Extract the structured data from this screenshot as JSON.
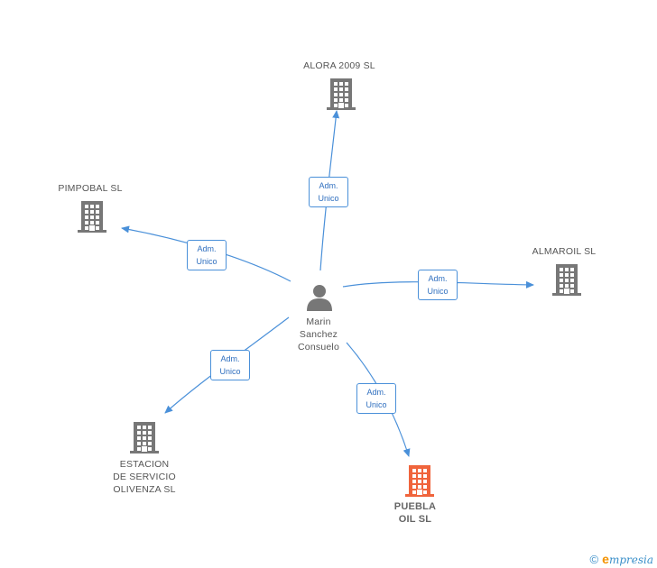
{
  "center": {
    "name": "Marin\nSanchez\nConsuelo",
    "icon": "person-icon"
  },
  "companies": [
    {
      "id": "alora",
      "name": "ALORA 2009 SL",
      "icon": "building-icon",
      "color": "#777777"
    },
    {
      "id": "pimpobal",
      "name": "PIMPOBAL SL",
      "icon": "building-icon",
      "color": "#777777"
    },
    {
      "id": "almaroil",
      "name": "ALMAROIL SL",
      "icon": "building-icon",
      "color": "#777777"
    },
    {
      "id": "estacion",
      "name": "ESTACION\nDE SERVICIO\nOLIVENZA SL",
      "icon": "building-icon",
      "color": "#777777"
    },
    {
      "id": "puebla",
      "name": "PUEBLA\nOIL SL",
      "icon": "building-icon",
      "color": "#f0643c",
      "highlight": true
    }
  ],
  "edges": [
    {
      "to": "alora",
      "label": "Adm.\nUnico"
    },
    {
      "to": "pimpobal",
      "label": "Adm.\nUnico"
    },
    {
      "to": "almaroil",
      "label": "Adm.\nUnico"
    },
    {
      "to": "estacion",
      "label": "Adm.\nUnico"
    },
    {
      "to": "puebla",
      "label": "Adm.\nUnico"
    }
  ],
  "colors": {
    "edge": "#4a90d9",
    "building": "#777777",
    "highlight": "#f0643c",
    "person": "#777777"
  },
  "footer": {
    "copyright": "©",
    "brand_initial": "e",
    "brand_rest": "mpresia"
  }
}
